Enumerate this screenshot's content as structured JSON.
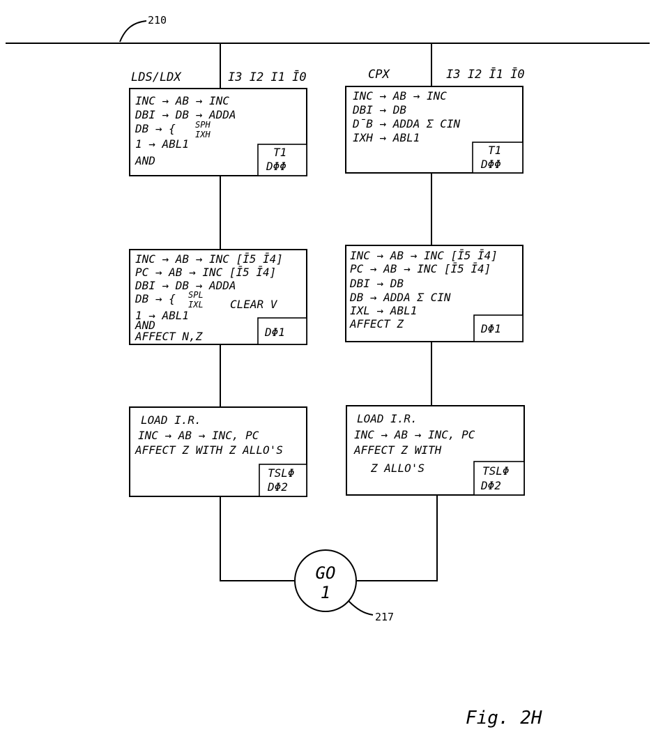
{
  "bus_label": "210",
  "columns": [
    {
      "header": "LDS/LDX",
      "inputs": "I3 I2 I1 Ī0",
      "steps": [
        {
          "lines": [
            "INC → AB → INC",
            "DBI → DB → ADDA",
            "DB → {",
            "1 → ABL1",
            "AND"
          ],
          "brace": [
            "SPH",
            "IXH"
          ],
          "tag": [
            "T1",
            "DΦΦ"
          ]
        },
        {
          "lines": [
            "INC → AB → INC [Ī5 Ī4]",
            "PC → AB → INC [Ī5 Ī4]",
            "DBI → DB → ADDA",
            "DB → {",
            "1 → ABL1",
            "AND",
            "AFFECT N,Z"
          ],
          "brace": [
            "SPL",
            "IXL"
          ],
          "extra": "CLEAR V",
          "tag": [
            "DΦ1"
          ]
        },
        {
          "lines": [
            "LOAD I.R.",
            "INC → AB → INC, PC",
            "AFFECT Z WITH Z ALLO'S"
          ],
          "tag": [
            "TSLΦ",
            "DΦ2"
          ]
        }
      ]
    },
    {
      "header": "CPX",
      "inputs": "I3 I2 Ī1 Ī0",
      "steps": [
        {
          "lines": [
            "INC → AB → INC",
            "DBI → DB",
            "D̄B → ADDA Σ CIN",
            "IXH → ABL1"
          ],
          "tag": [
            "T1",
            "DΦΦ"
          ]
        },
        {
          "lines": [
            "INC → AB → INC [Ī5 Ī4]",
            "PC → AB → INC [Ī5 Ī4]",
            "DBI → DB",
            "DB → ADDA Σ CIN",
            "IXL → ABL1",
            "AFFECT Z"
          ],
          "tag": [
            "DΦ1"
          ]
        },
        {
          "lines": [
            "LOAD I.R.",
            "INC → AB → INC, PC",
            "AFFECT Z WITH",
            "Z ALLO'S"
          ],
          "tag": [
            "TSLΦ",
            "DΦ2"
          ]
        }
      ]
    }
  ],
  "terminal": {
    "line1": "GO",
    "line2": "1",
    "label": "217"
  },
  "figure_label": "Fig. 2H"
}
